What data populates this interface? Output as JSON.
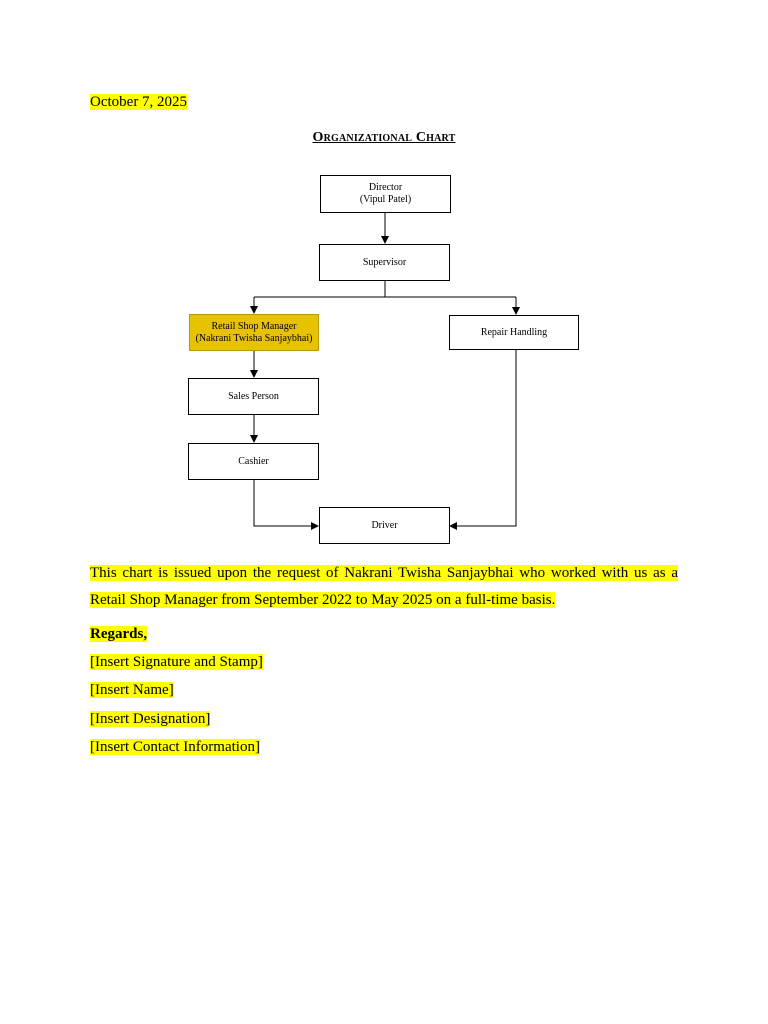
{
  "date": "October 7, 2025",
  "title": "Organizational Chart",
  "org_chart": {
    "director": {
      "title": "Director",
      "name": "(Vipul Patel)"
    },
    "supervisor": {
      "title": "Supervisor"
    },
    "retail_shop_manager": {
      "title": "Retail Shop Manager",
      "name": "(Nakrani Twisha Sanjaybhai)"
    },
    "repair_handling": {
      "title": "Repair Handling"
    },
    "sales_person": {
      "title": "Sales Person"
    },
    "cashier": {
      "title": "Cashier"
    },
    "driver": {
      "title": "Driver"
    },
    "highlight_color": "#e6c200"
  },
  "body_text": "This chart is issued upon the request of Nakrani Twisha Sanjaybhai who worked with us as a Retail Shop Manager from September 2022 to May 2025 on a full-time basis.",
  "closing": {
    "regards": "Regards,",
    "signature": "[Insert Signature and Stamp]",
    "name": "[Insert Name]",
    "designation": "[Insert Designation]",
    "contact": "[Insert Contact Information]"
  },
  "highlight_color": "#ffff00"
}
